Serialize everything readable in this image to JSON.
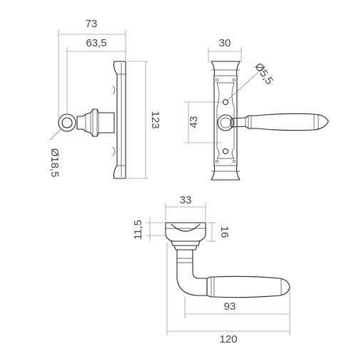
{
  "colors": {
    "line": "#222222",
    "dimension": "#777777",
    "text": "#444444",
    "background": "#ffffff"
  },
  "side_view": {
    "width": "73",
    "width_inner": "63,5",
    "height": "123",
    "knob_diameter": "Ø18,5"
  },
  "front_view": {
    "width": "30",
    "hole_diameter": "Ø5,5",
    "center_distance": "43"
  },
  "top_view": {
    "rose_width": "33",
    "rose_height": "11,5",
    "rose_depth": "16",
    "lever_projection": "93",
    "total_length": "120"
  }
}
